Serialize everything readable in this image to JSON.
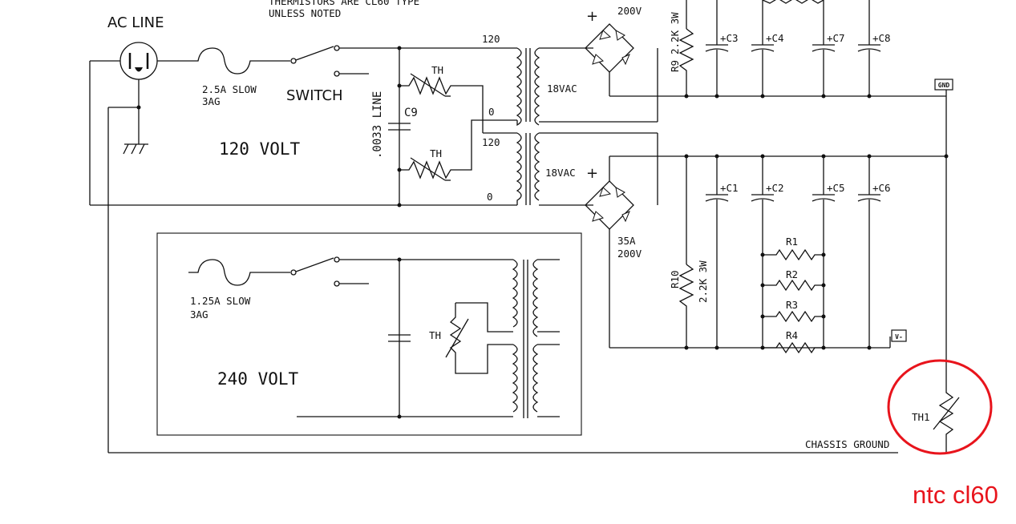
{
  "labels": {
    "ac_line": "AC LINE",
    "notes_line1": "THERMISTORS ARE CL60 TYPE",
    "notes_line2": "UNLESS NOTED",
    "fuse_120_line1": "2.5A SLOW",
    "fuse_120_line2": "3AG",
    "switch": "SWITCH",
    "volt_120": "120 VOLT",
    "cap_line": ".0033 LINE",
    "c9": "C9",
    "th_a": "TH",
    "th_b": "TH",
    "th_c": "TH",
    "tap_120_a": "120",
    "tap_0_a": "0",
    "tap_120_b": "120",
    "tap_0_b": "0",
    "sec_18vac_a": "18VAC",
    "sec_18vac_b": "18VAC",
    "bridge_top_rating": "200V",
    "bridge_bot_rating_a": "35A",
    "bridge_bot_rating_b": "200V",
    "r9": "R9",
    "r9_value": "2.2K 3W",
    "r10": "R10",
    "r10_value": "2.2K 3W",
    "c1": "C1",
    "c2": "C2",
    "c3": "C3",
    "c4": "C4",
    "c5": "C5",
    "c6": "C6",
    "c7": "C7",
    "c8": "C8",
    "r1": "R1",
    "r2": "R2",
    "r3": "R3",
    "r4": "R4",
    "gnd": "GND",
    "vminus": "V-",
    "fuse_240_line1": "1.25A SLOW",
    "fuse_240_line2": "3AG",
    "volt_240": "240 VOLT",
    "th1": "TH1",
    "chassis_ground": "CHASSIS GROUND",
    "plus": "+"
  },
  "annotation": {
    "text": "ntc cl60",
    "color": "#e8141c"
  }
}
